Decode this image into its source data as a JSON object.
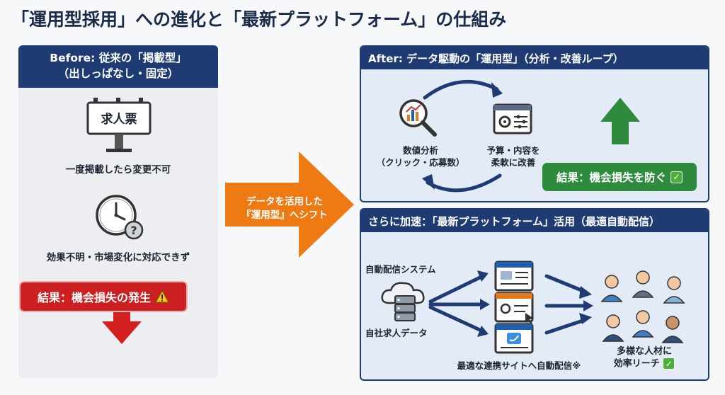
{
  "title": "「運用型採用」への進化と「最新プラットフォーム」の仕組み",
  "before": {
    "header_line1": "Before: 従来の「掲載型」",
    "header_line2": "（出しっぱなし・固定）",
    "billboard_label": "求人票",
    "caption1": "一度掲載したら変更不可",
    "caption2": "効果不明・市場変化に対応できず",
    "result": "結果：機会損失の発生",
    "result_color": "#cc1f1f"
  },
  "shift": {
    "line1": "データを活用した",
    "line2": "『運用型』へシフト",
    "arrow_color": "#ee7a14"
  },
  "after": {
    "header": "After: データ駆動の「運用型」（分析・改善ループ）",
    "analysis_line1": "数値分析",
    "analysis_line2": "（クリック・応募数）",
    "improve_line1": "予算・内容を",
    "improve_line2": "柔軟に改善",
    "result": "結果：機会損失を防ぐ",
    "result_color": "#2e8a3c"
  },
  "platform": {
    "header": "さらに加速：「最新プラットフォーム」活用（最適自動配信）",
    "system_label": "自動配信システム",
    "data_label": "自社求人データ",
    "sites_label": "最適な連携サイトへ自動配信※",
    "talent_line1": "多様な人材に",
    "talent_line2": "効率リーチ"
  },
  "colors": {
    "navy": "#1f3b73",
    "accent_orange": "#ee7a14",
    "green": "#2e8a3c",
    "red": "#cc1f1f"
  }
}
